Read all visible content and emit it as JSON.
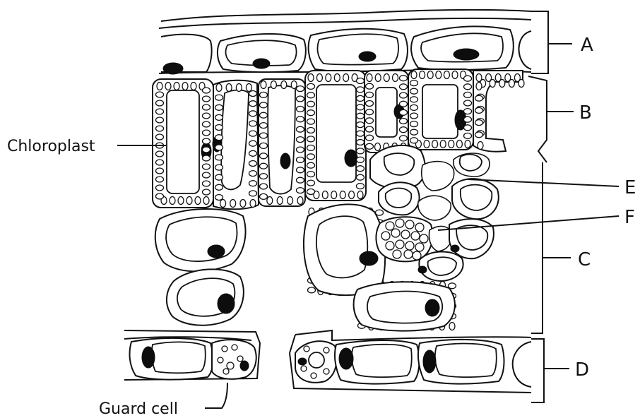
{
  "labels": {
    "A": "A",
    "B": "B",
    "C": "C",
    "D": "D",
    "E": "E",
    "F": "F",
    "chloroplast": "Chloroplast",
    "guard_cell": "Guard cell"
  }
}
